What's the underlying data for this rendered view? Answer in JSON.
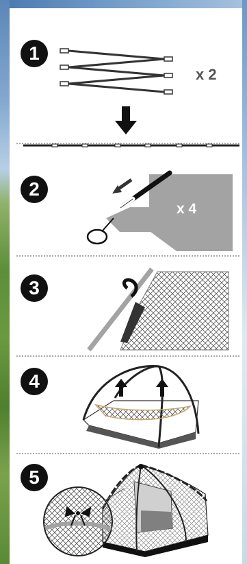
{
  "steps": [
    {
      "number": "1",
      "multiplier": "x 2"
    },
    {
      "number": "2",
      "multiplier": "x 4"
    },
    {
      "number": "3",
      "multiplier": ""
    },
    {
      "number": "4",
      "multiplier": ""
    },
    {
      "number": "5",
      "multiplier": ""
    }
  ],
  "colors": {
    "badge": "#111111",
    "pole": "#333333",
    "sheet_gray": "#a3a3a3",
    "mesh": "#555555",
    "separator": "#a8a8a8"
  },
  "icons": [
    "pole-segments-icon",
    "down-arrow-icon",
    "assembled-pole-icon",
    "pole-insert-icon",
    "sleeve-clip-icon",
    "tent-frame-icon",
    "tent-assembled-icon",
    "tie-knot-icon"
  ]
}
